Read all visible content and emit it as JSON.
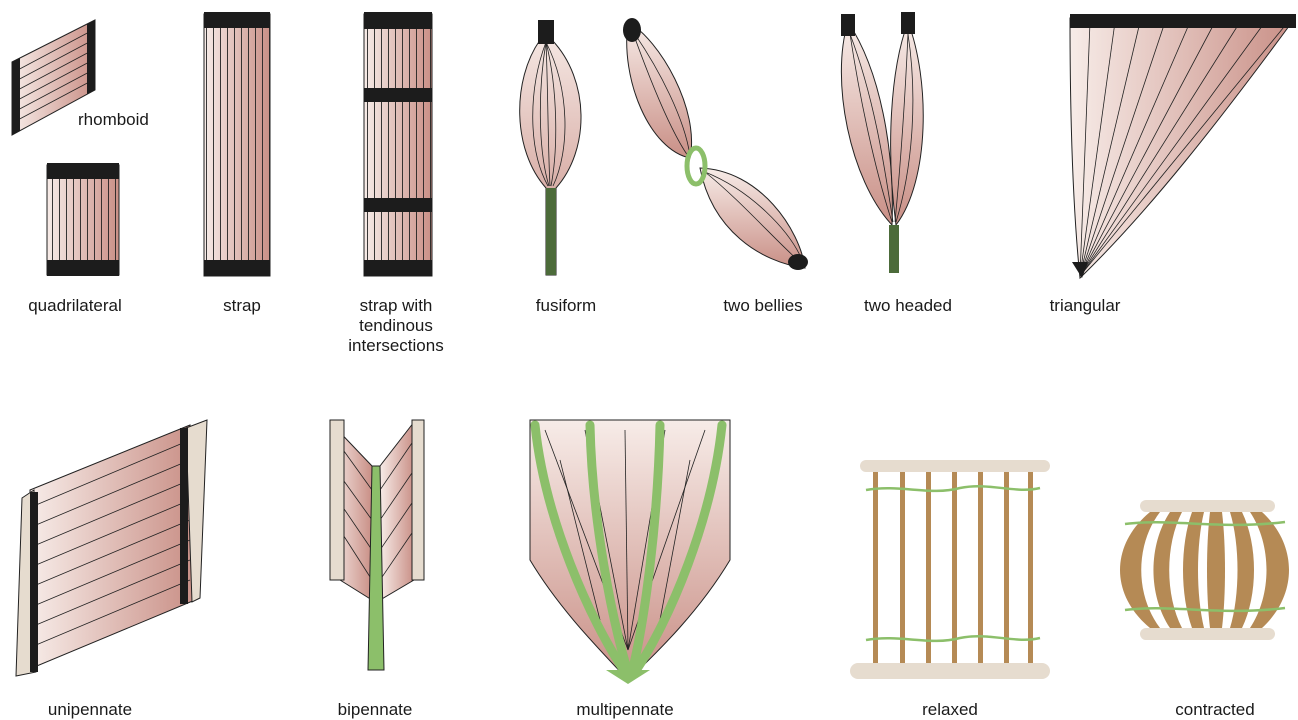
{
  "labels": {
    "rhomboid": "rhomboid",
    "quadrilateral": "quadrilateral",
    "strap": "strap",
    "strap_tendinous": "strap with\ntendinous\nintersections",
    "fusiform": "fusiform",
    "two_bellies": "two bellies",
    "two_headed": "two headed",
    "triangular": "triangular",
    "unipennate": "unipennate",
    "bipennate": "bipennate",
    "multipennate": "multipennate",
    "relaxed": "relaxed",
    "contracted": "contracted"
  },
  "colors": {
    "muscle_light": "#f7ece8",
    "muscle_dark": "#c98f86",
    "tendon": "#1c1c1c",
    "tendon_green": "#8cbf6a",
    "bone": "#e6dccf",
    "fiber_brown": "#b58a55"
  }
}
